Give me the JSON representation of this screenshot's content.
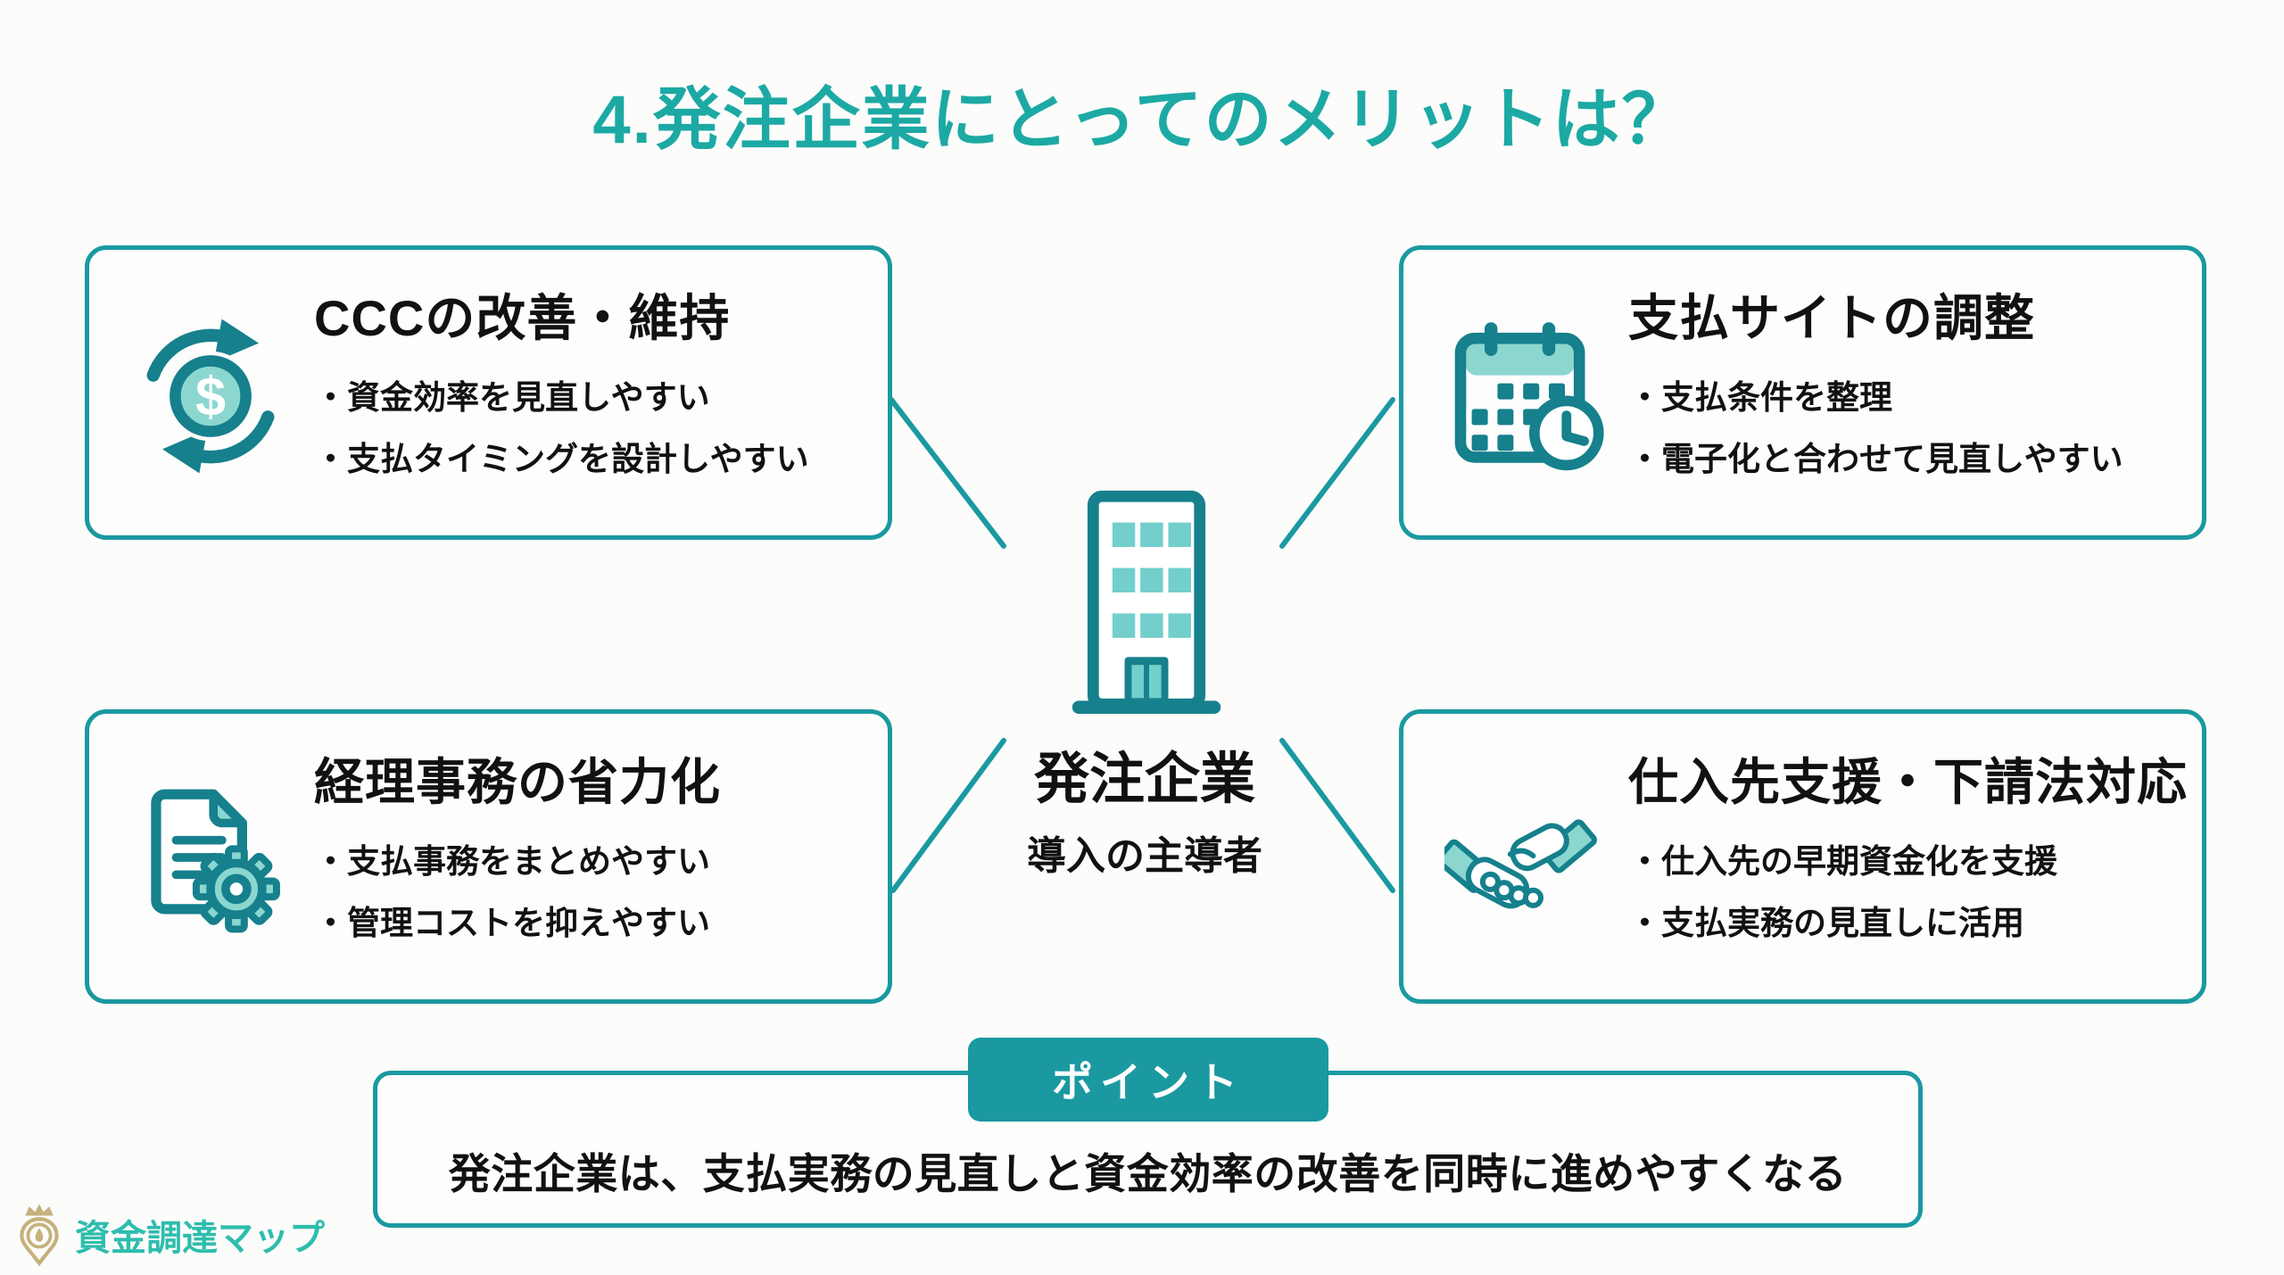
{
  "title": "4.発注企業にとってのメリットは？",
  "colors": {
    "accent_teal": "#1a99a1",
    "icon_teal_dark": "#16808d",
    "icon_teal_light": "#8bd7d0",
    "title_teal": "#1ca9a4",
    "logo_gold": "#c6b17c",
    "logo_text_teal": "#2ebdad",
    "text_black": "#111111"
  },
  "center": {
    "label": "発注企業",
    "sublabel": "導入の主導者",
    "icon": "building-icon"
  },
  "cards": [
    {
      "icon": "money-cycle-icon",
      "heading": "CCCの改善・維持",
      "bullets": [
        "・資金効率を見直しやすい",
        "・支払タイミングを設計しやすい"
      ]
    },
    {
      "icon": "calendar-clock-icon",
      "heading": "支払サイトの調整",
      "bullets": [
        "・支払条件を整理",
        "・電子化と合わせて見直しやすい"
      ]
    },
    {
      "icon": "document-gear-icon",
      "heading": "経理事務の省力化",
      "bullets": [
        "・支払事務をまとめやすい",
        "・管理コストを抑えやすい"
      ]
    },
    {
      "icon": "handshake-icon",
      "heading": "仕入先支援・下請法対応",
      "bullets": [
        "・仕入先の早期資金化を支援",
        "・支払実務の見直しに活用"
      ]
    }
  ],
  "point": {
    "badge_label": "ポイント",
    "text": "発注企業は、支払実務の見直しと資金効率の改善を同時に進めやすくなる"
  },
  "logo": {
    "text": "資金調達マップ",
    "icon": "map-pin-crown-icon"
  }
}
